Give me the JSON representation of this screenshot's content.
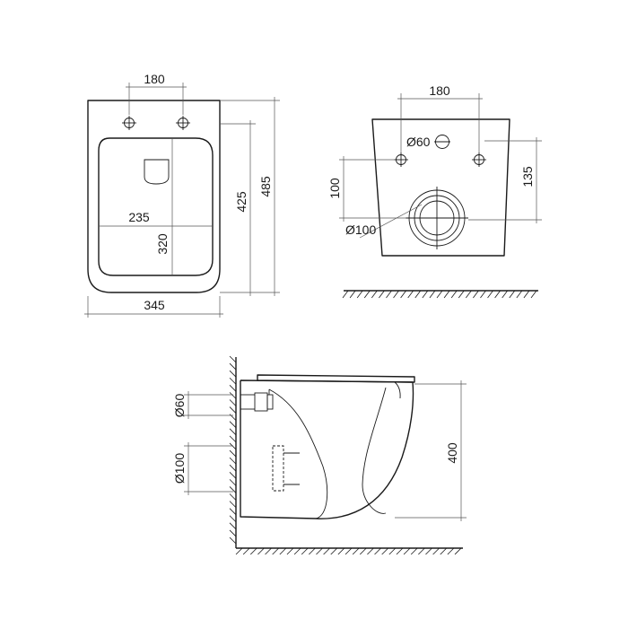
{
  "top_view": {
    "width_label": "345",
    "depth_label": "485",
    "inner_depth_label": "425",
    "hole_spacing_label": "180",
    "bowl_width_label": "235",
    "bowl_length_label": "320"
  },
  "rear_view": {
    "hole_spacing_label": "180",
    "inlet_label": "Ø60",
    "outlet_label": "Ø100",
    "outlet_height_label": "100",
    "hole_height_label": "135"
  },
  "side_view": {
    "inlet_label": "Ø60",
    "outlet_label": "Ø100",
    "height_label": "400"
  }
}
